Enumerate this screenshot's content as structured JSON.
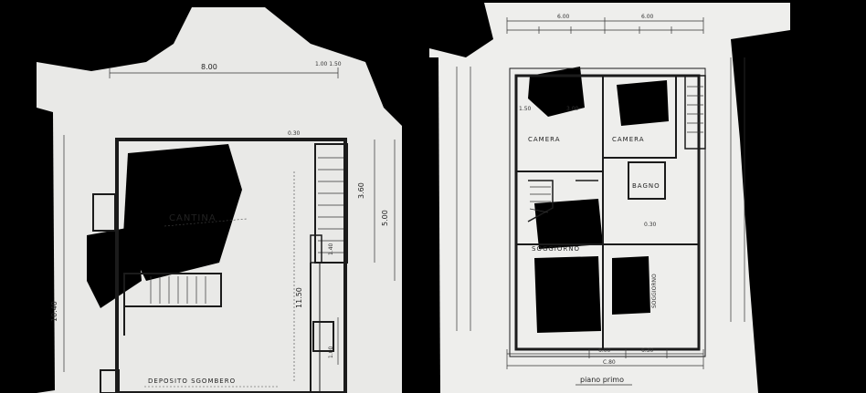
{
  "left_plan": {
    "top_dimension": "8.00",
    "top_right_dimension": "1.00 1.50",
    "room_cantina": "CANTINA",
    "room_deposito": "DEPOSITO SGOMBERO",
    "dim_right_upper": "3.60",
    "dim_right_total": "5.00",
    "dim_stair": "1.40",
    "dim_right_lower": "1.00",
    "dim_vertical_long": "11.50",
    "dim_corner": "0.30",
    "dim_left": "10.40"
  },
  "right_plan": {
    "caption": "piano primo",
    "top_dim_left": "6.00",
    "top_dim_right": "6.00",
    "room_camera_1": "CAMERA",
    "room_camera_2": "CAMERA",
    "room_bagno": "BAGNO",
    "room_soggiorno": "SOGGIORNO",
    "bottom_dim_1": "6.00",
    "bottom_dim_2": "6.30",
    "bottom_dim_total": "C.80",
    "dim_small_a": "1.50",
    "dim_small_b": "3.00",
    "dim_small_c": "0.30"
  }
}
